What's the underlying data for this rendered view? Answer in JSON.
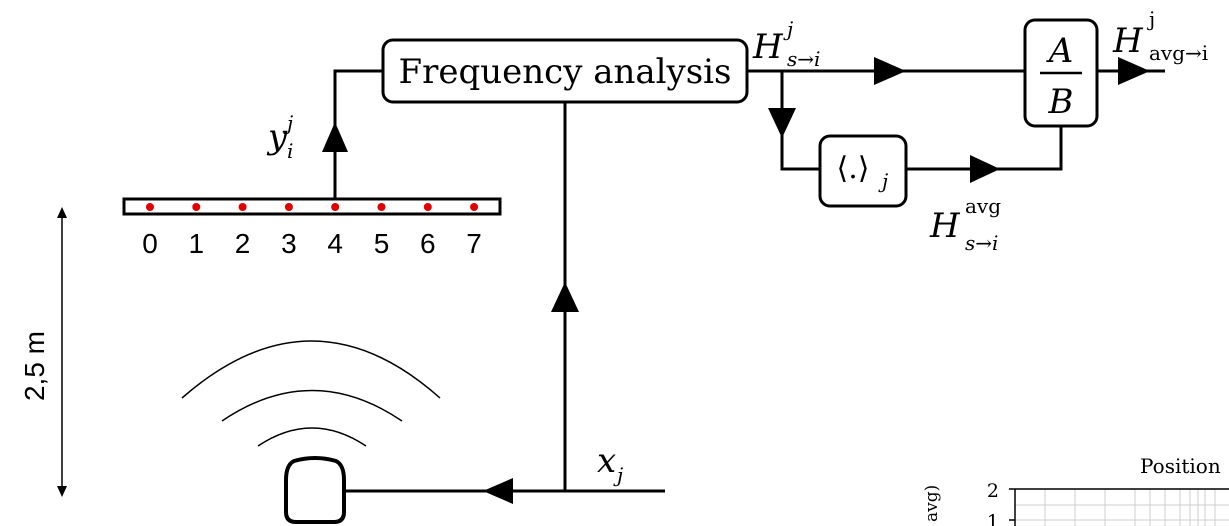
{
  "colors": {
    "stroke": "#000000",
    "sensor_dot": "#e00000",
    "grid": "#cfcfcf"
  },
  "blocks": {
    "frequency_analysis": "Frequency analysis",
    "average_left": "⟨.⟩",
    "average_sub": "j",
    "ratio_numerator": "A",
    "ratio_denominator": "B"
  },
  "math_labels": {
    "h_s_to_i_base": "H",
    "h_s_to_i_sup": "j",
    "h_s_to_i_sub": "s→i",
    "h_avg_to_i_base": "H",
    "h_avg_to_i_sup": "j",
    "h_avg_to_i_sub": "avg→i",
    "h_avg_base": "H",
    "h_avg_sup": "avg",
    "h_avg_sub": "s→i",
    "y_base": "y",
    "y_sup": "j",
    "y_sub": "i",
    "x_base": "x",
    "x_sub": "j"
  },
  "array": {
    "indices": [
      "0",
      "1",
      "2",
      "3",
      "4",
      "5",
      "6",
      "7"
    ]
  },
  "dimension": {
    "label": "2,5 m"
  },
  "inset": {
    "title": "Position",
    "ylabel": "avg)",
    "ticks": [
      "2",
      "1"
    ]
  },
  "icons": {
    "speaker": "speaker-icon",
    "waves": "sound-waves-icon",
    "arrows": "arrowhead-icon"
  }
}
